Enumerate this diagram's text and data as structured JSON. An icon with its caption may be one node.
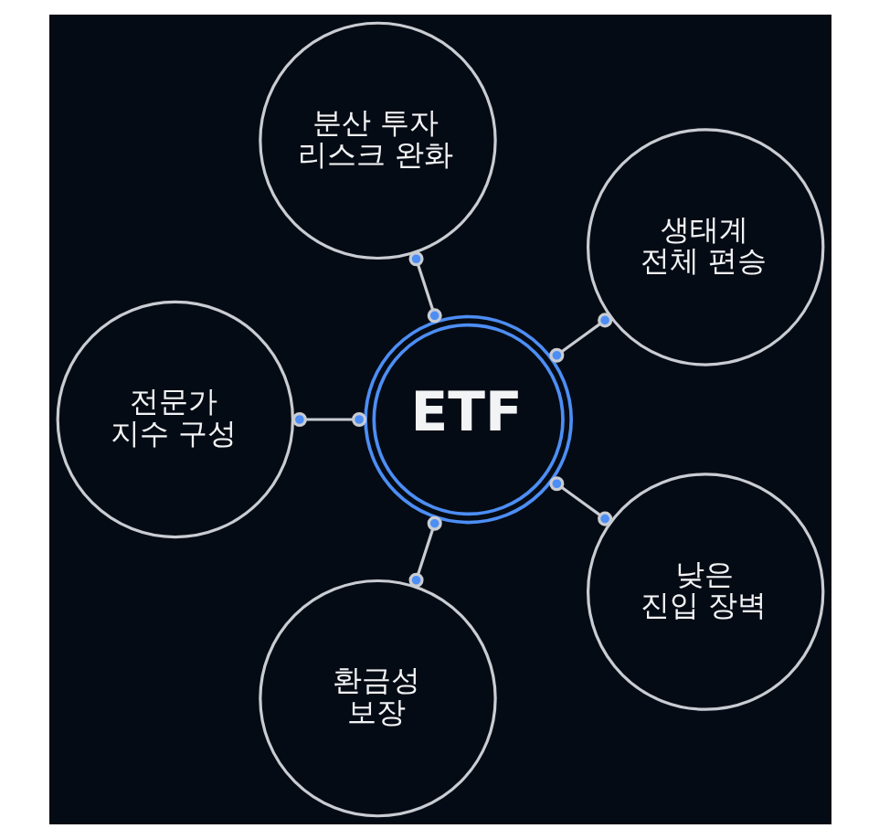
{
  "diagram": {
    "nodes": [
      {
        "text": [
          "분산 투자 리스크 완화"
        ]
      },
      {
        "text": [
          "전문가 지수 구성"
        ]
      },
      {
        "text": [
          "생태계 전체 편승"
        ]
      },
      {
        "text": [
          "ETF"
        ]
      },
      {
        "text": [
          "환금성 보장"
        ]
      },
      {
        "text": [
          "낮은 진입 장벽"
        ]
      }
    ],
    "edges": [
      {
        "from": 3,
        "to": 0,
        "arrow": "other"
      },
      {
        "from": 3,
        "to": 2,
        "arrow": "other"
      },
      {
        "from": 3,
        "to": 5,
        "arrow": "other"
      },
      {
        "from": 3,
        "to": 4,
        "arrow": "other"
      },
      {
        "from": 3,
        "to": 1,
        "arrow": "other"
      }
    ]
  }
}
